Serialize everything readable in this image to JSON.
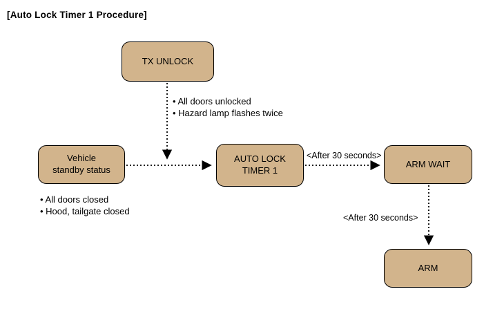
{
  "title": "[Auto Lock Timer 1 Procedure]",
  "colors": {
    "box_fill": "#D2B48C",
    "box_border": "#000000",
    "background": "#FFFFFF",
    "line": "#000000"
  },
  "nodes": {
    "tx_unlock": "TX UNLOCK",
    "vehicle_standby": "Vehicle\nstandby status",
    "auto_lock_timer": "AUTO LOCK\nTIMER 1",
    "arm_wait": "ARM WAIT",
    "arm": "ARM"
  },
  "notes": {
    "tx_unlock": [
      "• All doors unlocked",
      "• Hazard lamp flashes twice"
    ],
    "vehicle_standby": [
      "• All doors closed",
      "• Hood, tailgate closed"
    ]
  },
  "edge_labels": {
    "auto_lock_to_arm_wait": "<After 30 seconds>",
    "arm_wait_to_arm": "<After 30 seconds>"
  }
}
